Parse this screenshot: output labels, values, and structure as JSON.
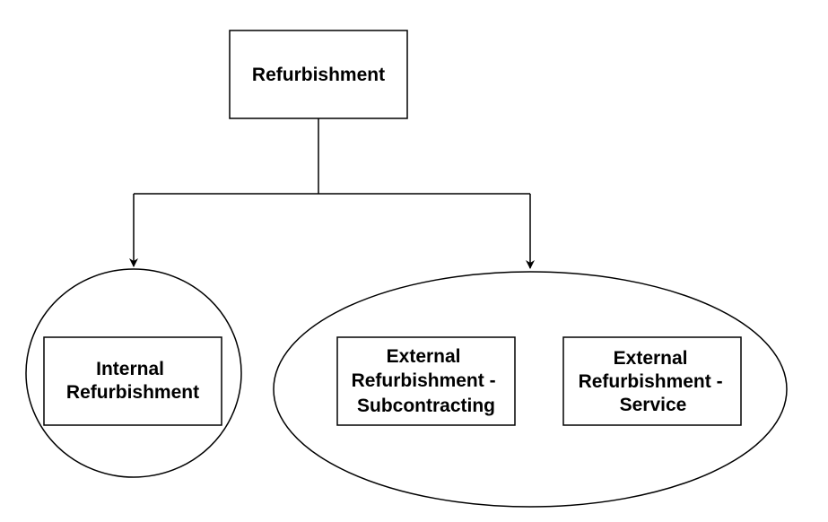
{
  "diagram": {
    "root": {
      "label": "Refurbishment"
    },
    "internal": {
      "lines": [
        "Internal",
        "Refurbishment"
      ]
    },
    "external_subcontracting": {
      "lines": [
        "External",
        "Refurbishment -",
        "Subcontracting"
      ]
    },
    "external_service": {
      "lines": [
        "External",
        "Refurbishment -",
        "Service"
      ]
    }
  },
  "colors": {
    "stroke": "#000000",
    "text": "#000000",
    "background": "#ffffff"
  }
}
